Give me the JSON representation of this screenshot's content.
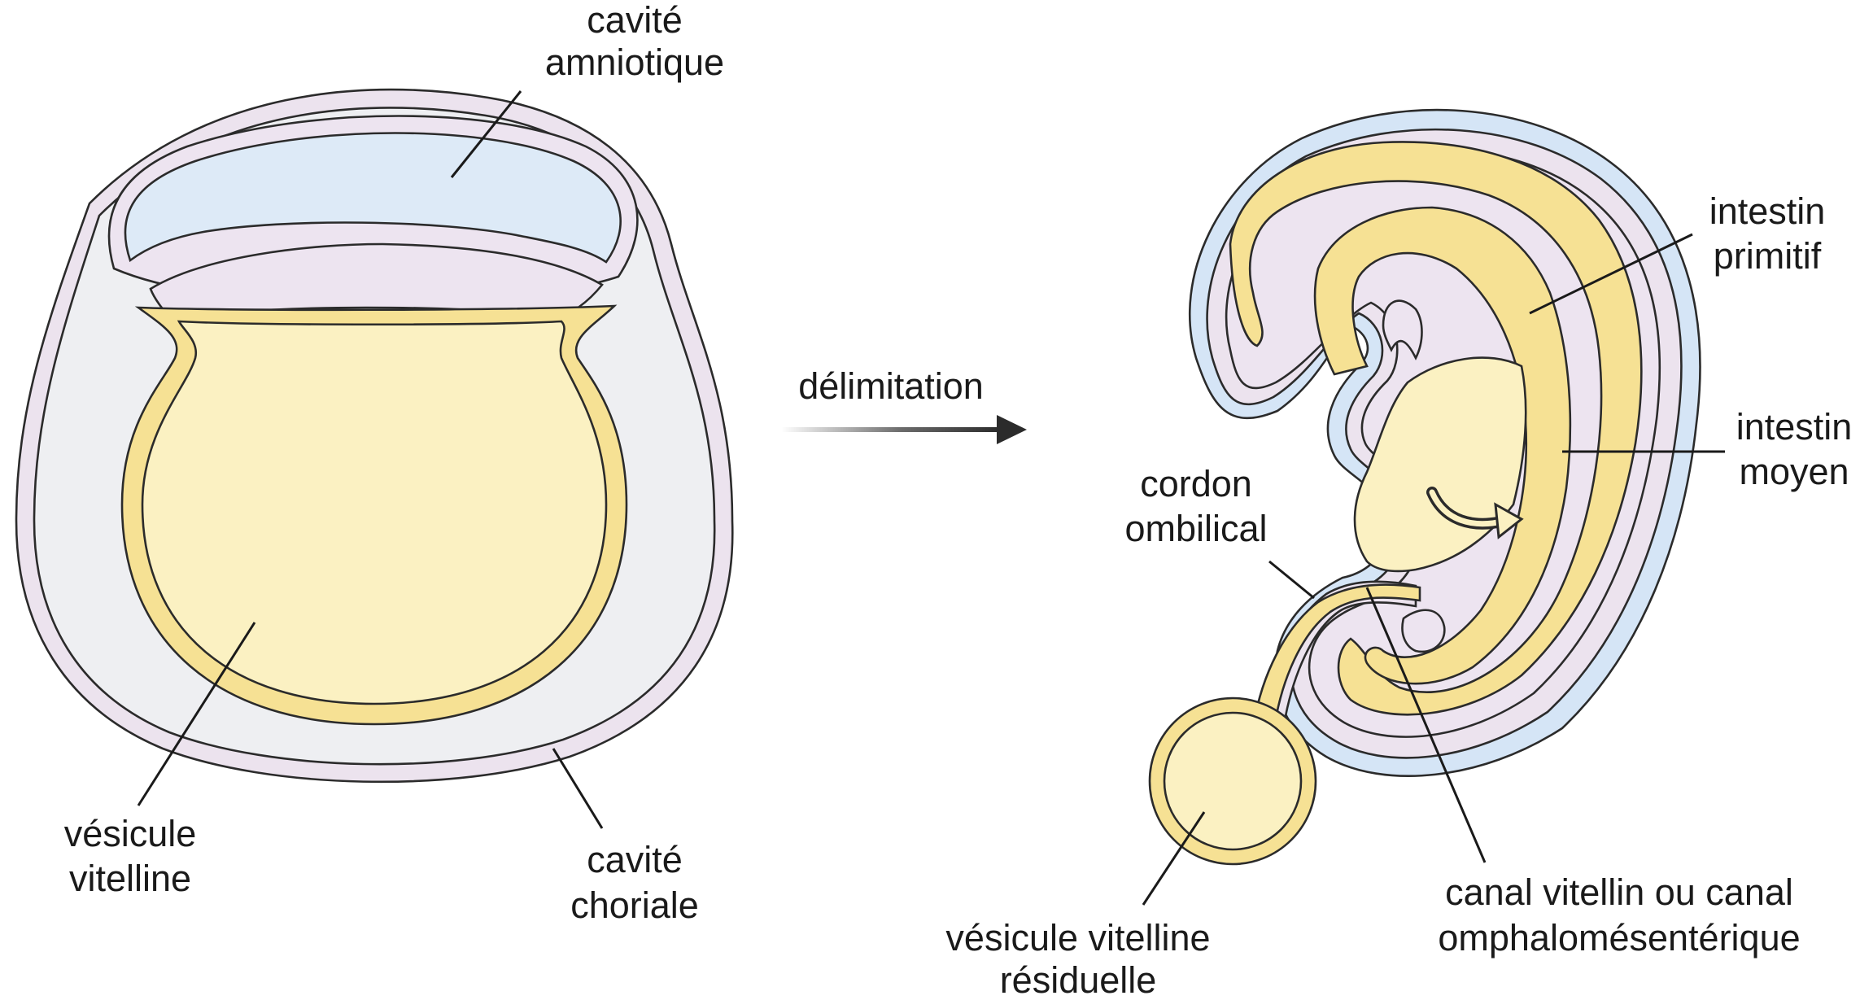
{
  "colors": {
    "outline": "#2b2b2b",
    "chorion_fill": "#eeeff2",
    "chorion_membrane": "#ece3ee",
    "amnion_fill": "#ddeaf7",
    "mesoderm_fill": "#ede4f0",
    "yolk_fill": "#fbf1c2",
    "endoderm_band": "#f6e194",
    "ectoderm_blue": "#d5e5f6",
    "text": "#1a1a1a"
  },
  "labels": {
    "amniotic_cavity": [
      "cavité",
      "amniotique"
    ],
    "yolk_sac": [
      "vésicule",
      "vitelline"
    ],
    "chorionic_cavity": [
      "cavité",
      "choriale"
    ],
    "process": "délimitation",
    "umbilical_cord": [
      "cordon",
      "ombilical"
    ],
    "primitive_gut": [
      "intestin",
      "primitif"
    ],
    "midgut": [
      "intestin",
      "moyen"
    ],
    "vitelline_duct": [
      "canal vitellin ou canal",
      "omphalomésentérique"
    ],
    "residual_yolk_sac": [
      "vésicule vitelline",
      "résiduelle"
    ]
  },
  "icons": {
    "process_arrow": "arrow-right-icon",
    "rotation_arrow": "curved-arrow-icon"
  }
}
